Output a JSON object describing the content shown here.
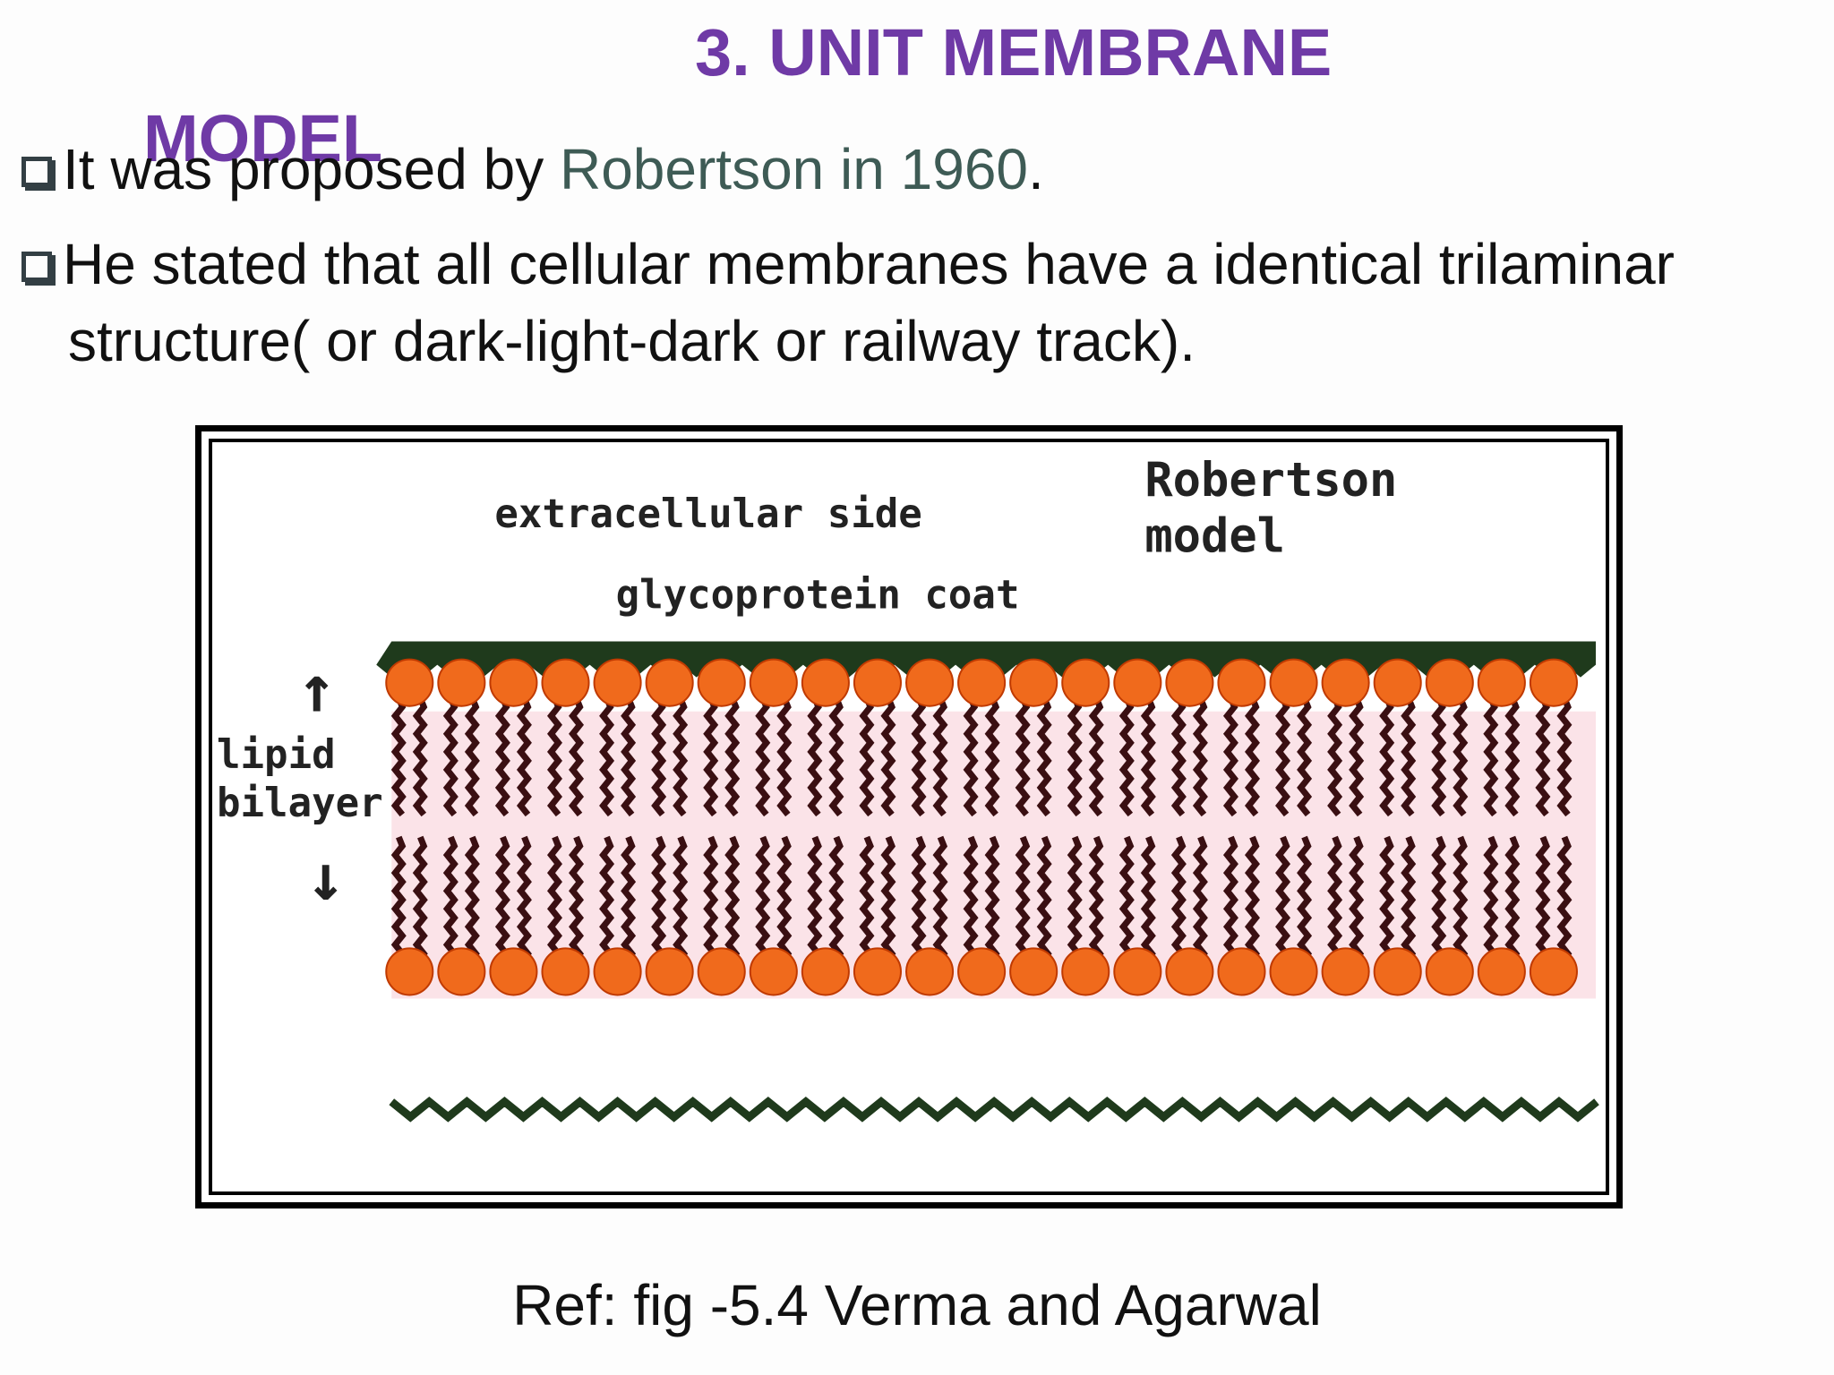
{
  "title": {
    "line1": "3. UNIT MEMBRANE",
    "line2": "MODEL"
  },
  "bullets": [
    {
      "prefix": "It was proposed by ",
      "highlight": "Robertson in 1960",
      "suffix": "."
    },
    {
      "line1": "He stated that all cellular membranes have a identical  trilaminar",
      "line2": "structure( or dark-light-dark or railway track)."
    }
  ],
  "figure": {
    "labels": {
      "extracellular": "extracellular side",
      "glycoprotein": "glycoprotein coat",
      "model_line1": "Robertson",
      "model_line2": "model",
      "lipid_line1": "lipid",
      "lipid_line2": "bilayer",
      "up_arrow": "↑",
      "down_arrow": "↓"
    },
    "colors": {
      "coat": "#1f3a1c",
      "head": "#f06a1c",
      "head_outline": "#c03a00",
      "tail": "#3a0f12",
      "background_band": "#fbe3e8"
    }
  },
  "reference": "Ref: fig -5.4 Verma and Agarwal"
}
